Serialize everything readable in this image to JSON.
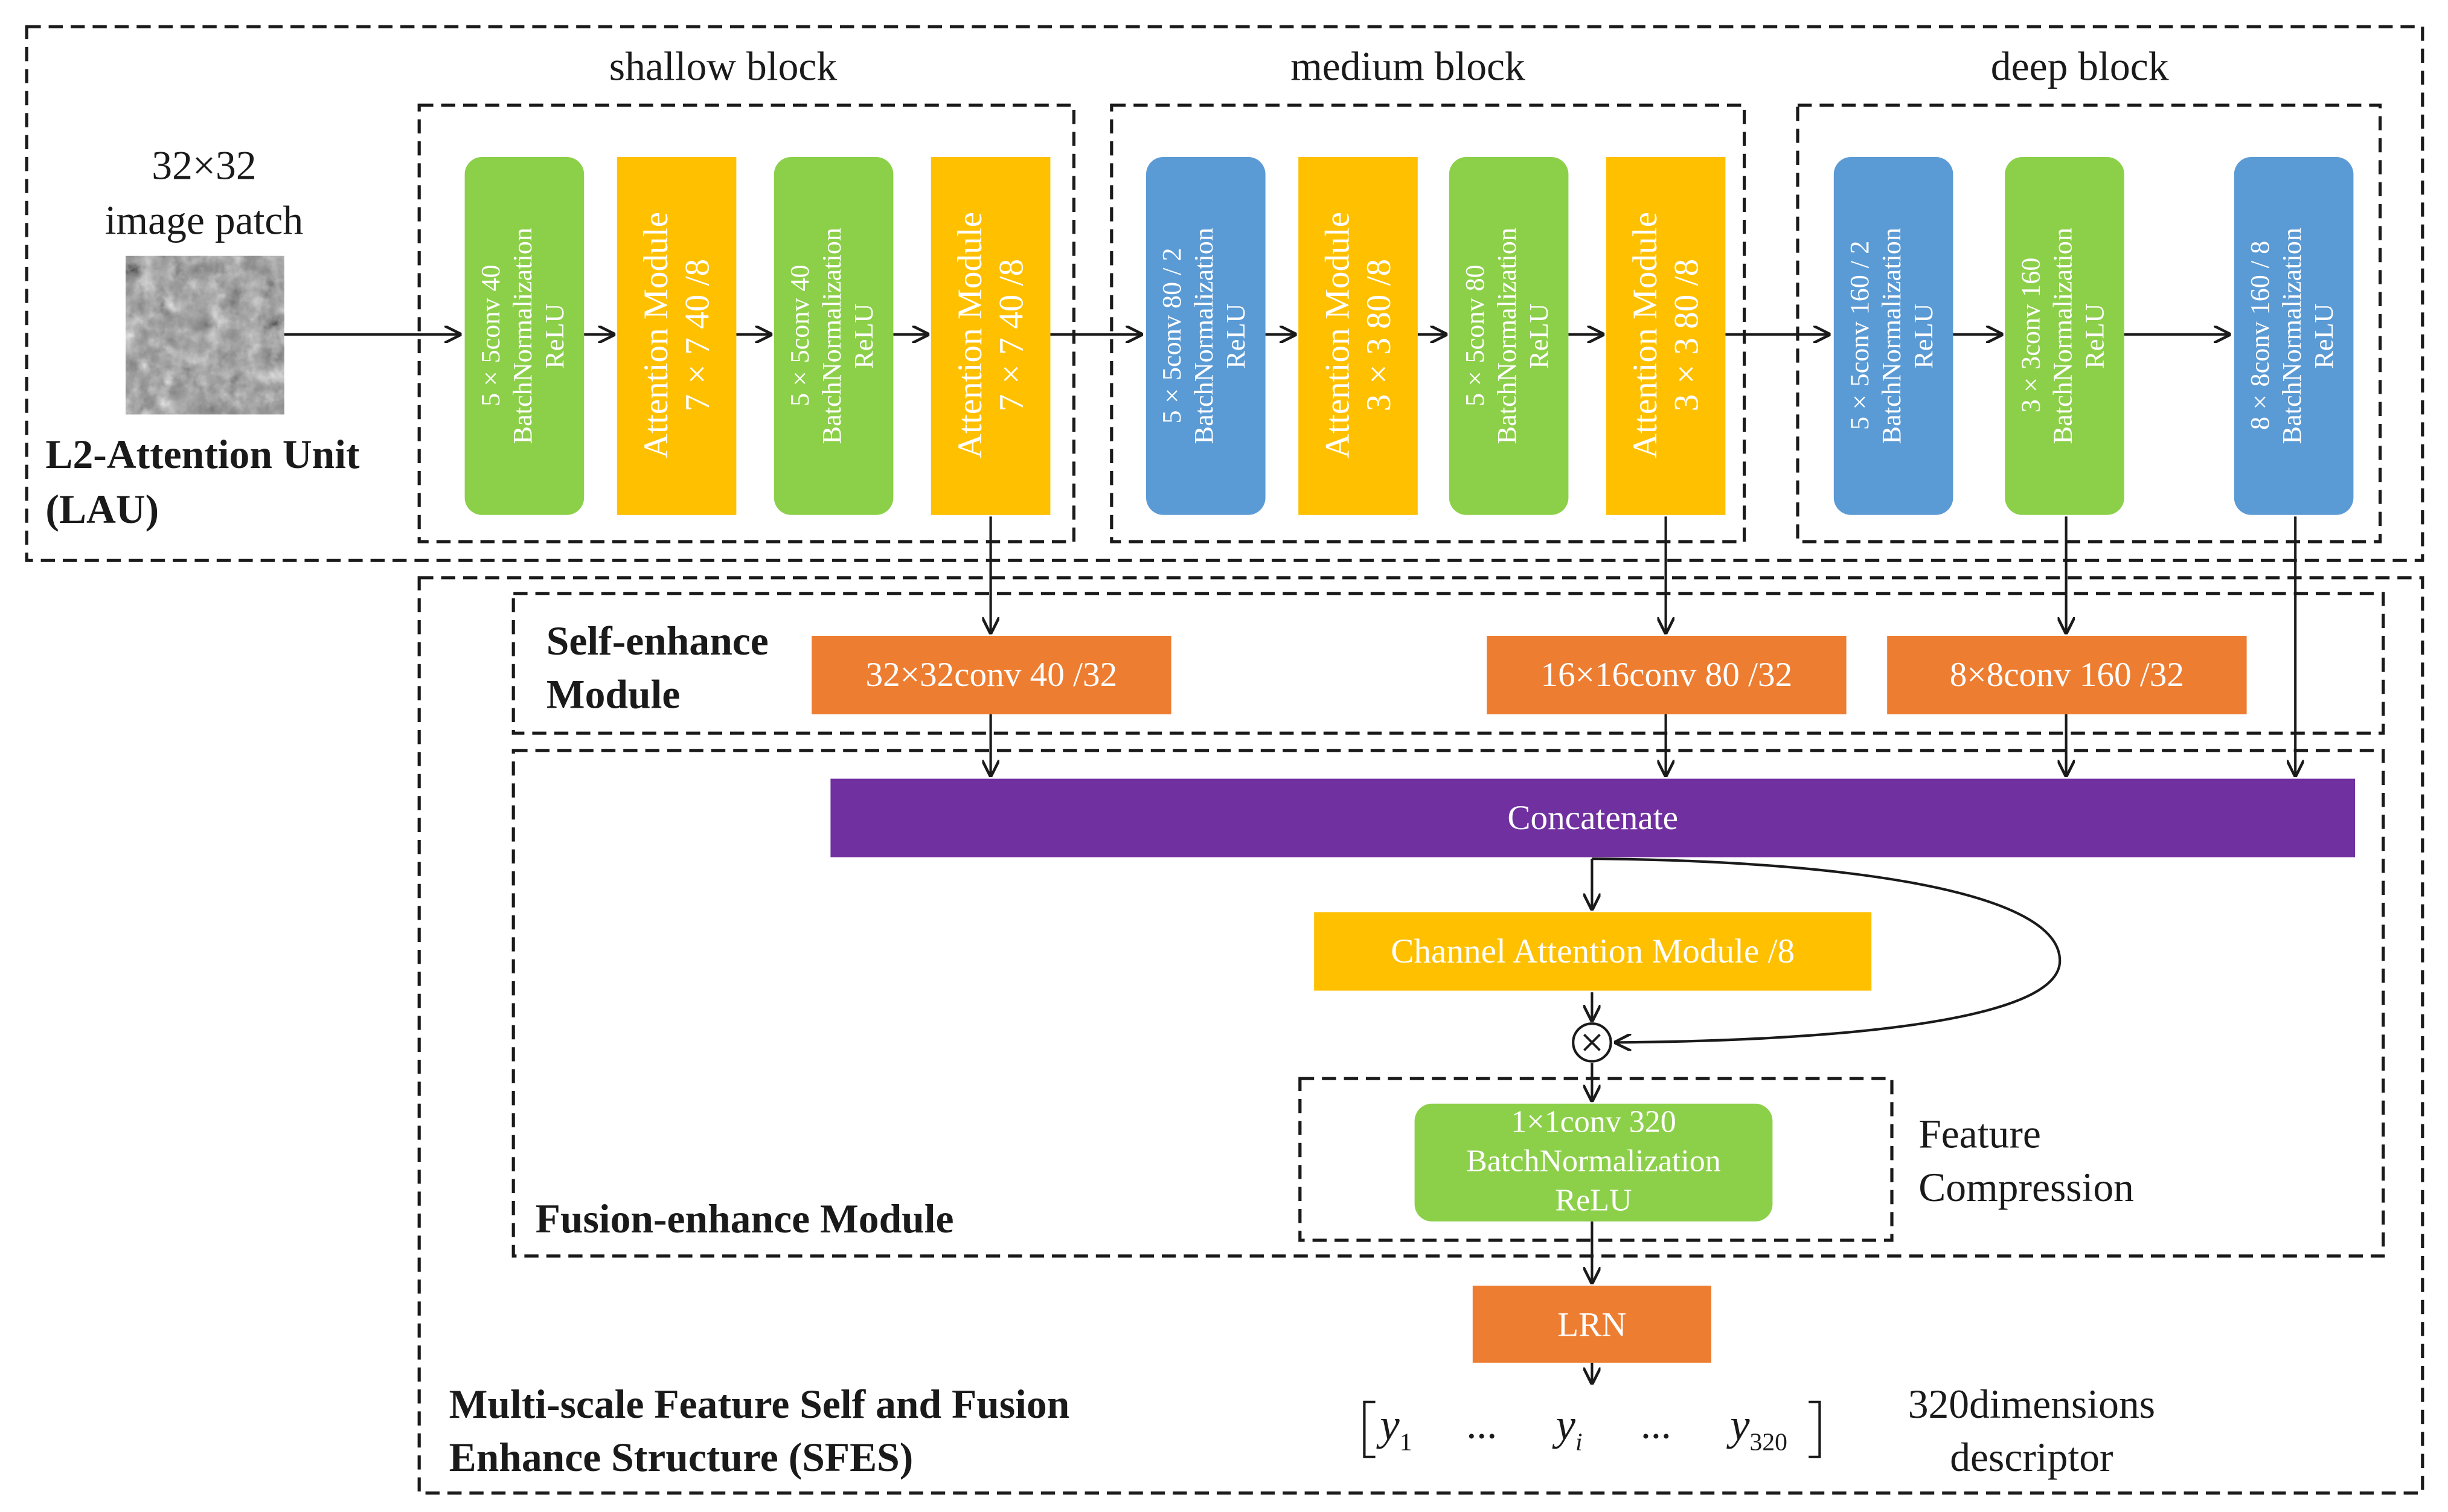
{
  "blocks": {
    "shallow": "shallow block",
    "medium": "medium block",
    "deep": "deep block"
  },
  "input": {
    "title_line1": "32×32",
    "title_line2": "image patch"
  },
  "lau": {
    "line1": "L2-Attention Unit",
    "line2": "(LAU)"
  },
  "shallow_layers": [
    {
      "l1": "5×5conv 40",
      "l2": "BatchNormalization",
      "l3": "ReLU"
    },
    {
      "l1": "Attention Module",
      "l2": "7×7 40 /8"
    },
    {
      "l1": "5×5conv 40",
      "l2": "BatchNormalization",
      "l3": "ReLU"
    },
    {
      "l1": "Attention Module",
      "l2": "7×7 40 /8"
    }
  ],
  "medium_layers": [
    {
      "l1": "5×5conv 80 / 2",
      "l2": "BatchNormalization",
      "l3": "ReLU"
    },
    {
      "l1": "Attention Module",
      "l2": "3×3 80 /8"
    },
    {
      "l1": "5×5conv 80",
      "l2": "BatchNormalization",
      "l3": "ReLU"
    },
    {
      "l1": "Attention Module",
      "l2": "3×3 80 /8"
    }
  ],
  "deep_layers": [
    {
      "l1": "5×5conv 160 / 2",
      "l2": "BatchNormalization",
      "l3": "ReLU"
    },
    {
      "l1": "3×3conv 160",
      "l2": "BatchNormalization",
      "l3": "ReLU"
    },
    {
      "l1": "8×8conv 160 / 8",
      "l2": "BatchNormalization",
      "l3": "ReLU"
    }
  ],
  "self_enhance": {
    "title_line1": "Self-enhance",
    "title_line2": "Module",
    "convs": [
      "32×32conv 40 /32",
      "16×16conv 80 /32",
      "8×8conv 160 /32"
    ]
  },
  "fusion": {
    "concatenate": "Concatenate",
    "channel_attention": "Channel Attention Module /8",
    "multiply_symbol": "×",
    "compress_l1": "1×1conv 320",
    "compress_l2": "BatchNormalization",
    "compress_l3": "ReLU",
    "feature_compression_line1": "Feature",
    "feature_compression_line2": "Compression",
    "title": "Fusion-enhance Module"
  },
  "lrn": "LRN",
  "descriptor": {
    "y1_base": "y",
    "y1_sub": "1",
    "dots1": "...",
    "yi_base": "y",
    "yi_sub": "i",
    "dots2": "...",
    "y320_base": "y",
    "y320_sub": "320",
    "label_line1": "320dimensions",
    "label_line2": "descriptor"
  },
  "sfes": {
    "title_line1": "Multi-scale Feature Self and Fusion",
    "title_line2": "Enhance Structure (SFES)"
  },
  "colors": {
    "green": "#8cd04a",
    "yellow": "#ffc000",
    "blue": "#5b9bd5",
    "orange": "#ed7d31",
    "purple": "#7030a0"
  }
}
